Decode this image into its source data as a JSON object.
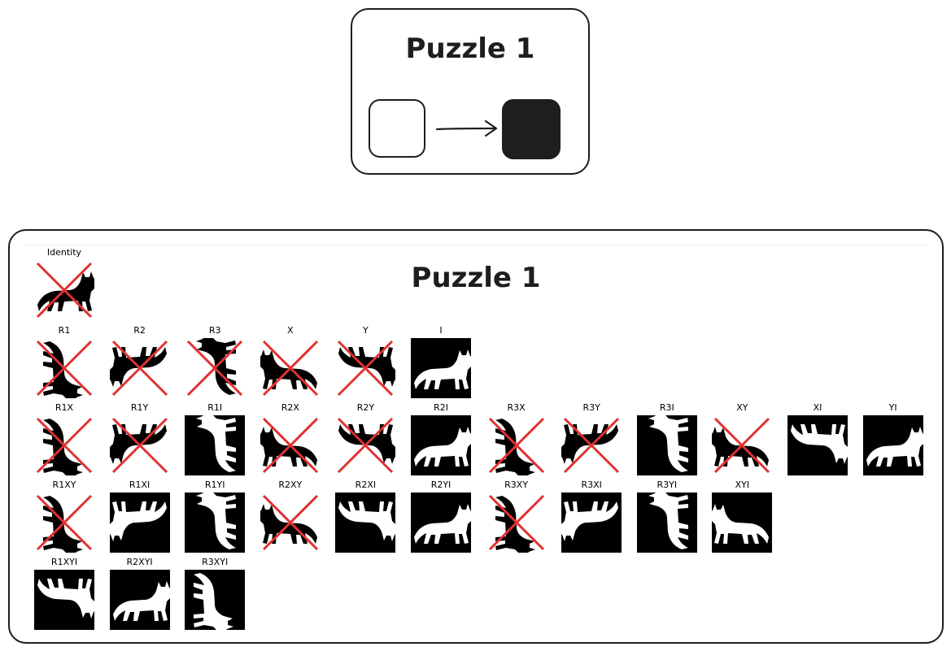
{
  "top_card": {
    "title": "Puzzle 1",
    "colors": {
      "stroke": "#1e1e1e",
      "from_fill": "#ffffff",
      "to_fill": "#1e1e1e"
    }
  },
  "main_card": {
    "title": "Puzzle 1",
    "colors": {
      "cross": "#e03131",
      "silhouette": "#000000",
      "inverted_bg": "#000000",
      "inverted_fg": "#ffffff"
    },
    "rows": [
      [
        {
          "label": "Identity",
          "variant": "rejected"
        }
      ],
      [
        {
          "label": "R1",
          "variant": "rejected"
        },
        {
          "label": "R2",
          "variant": "rejected"
        },
        {
          "label": "R3",
          "variant": "rejected"
        },
        {
          "label": "X",
          "variant": "rejected"
        },
        {
          "label": "Y",
          "variant": "rejected"
        },
        {
          "label": "I",
          "variant": "inverted"
        }
      ],
      [
        {
          "label": "R1X",
          "variant": "rejected"
        },
        {
          "label": "R1Y",
          "variant": "rejected"
        },
        {
          "label": "R1I",
          "variant": "inverted"
        },
        {
          "label": "R2X",
          "variant": "rejected"
        },
        {
          "label": "R2Y",
          "variant": "rejected"
        },
        {
          "label": "R2I",
          "variant": "inverted"
        },
        {
          "label": "R3X",
          "variant": "rejected"
        },
        {
          "label": "R3Y",
          "variant": "rejected"
        },
        {
          "label": "R3I",
          "variant": "inverted"
        },
        {
          "label": "XY",
          "variant": "rejected"
        },
        {
          "label": "XI",
          "variant": "inverted"
        },
        {
          "label": "YI",
          "variant": "inverted"
        }
      ],
      [
        {
          "label": "R1XY",
          "variant": "rejected"
        },
        {
          "label": "R1XI",
          "variant": "inverted"
        },
        {
          "label": "R1YI",
          "variant": "inverted"
        },
        {
          "label": "R2XY",
          "variant": "rejected"
        },
        {
          "label": "R2XI",
          "variant": "inverted"
        },
        {
          "label": "R2YI",
          "variant": "inverted"
        },
        {
          "label": "R3XY",
          "variant": "rejected"
        },
        {
          "label": "R3XI",
          "variant": "inverted"
        },
        {
          "label": "R3YI",
          "variant": "inverted"
        },
        {
          "label": "XYI",
          "variant": "inverted"
        }
      ],
      [
        {
          "label": "R1XYI",
          "variant": "inverted"
        },
        {
          "label": "R2XYI",
          "variant": "inverted"
        },
        {
          "label": "R3XYI",
          "variant": "inverted"
        }
      ]
    ]
  }
}
